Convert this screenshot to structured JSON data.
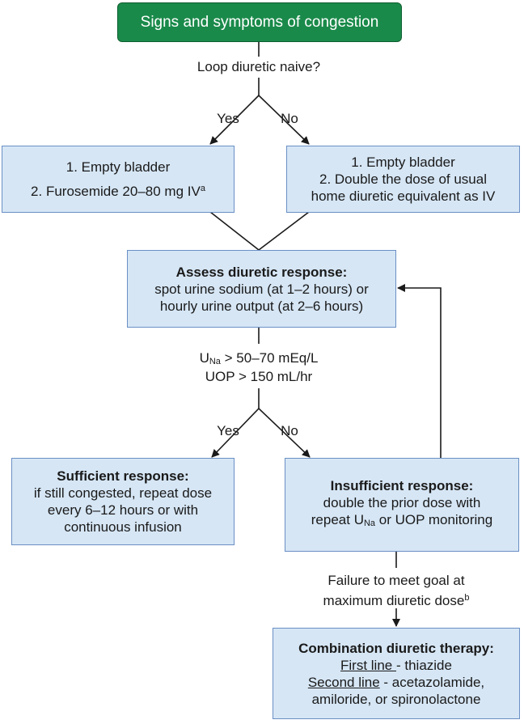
{
  "start": {
    "text": "Signs and symptoms of congestion"
  },
  "q1": {
    "text": "Loop diuretic naive?",
    "yes": "Yes",
    "no": "No"
  },
  "naive_box": {
    "line1": "1. Empty bladder",
    "line2": "2. Furosemide 20–80 mg IV",
    "footnote": "a"
  },
  "nonnaive_box": {
    "line1": "1. Empty bladder",
    "line2": "2. Double the dose of usual",
    "line3": "home diuretic equivalent as IV"
  },
  "assess_box": {
    "title": "Assess diuretic response:",
    "line1": "spot urine sodium (at 1–2 hours) or",
    "line2": "hourly urine output (at 2–6 hours)"
  },
  "criteria": {
    "una_prefix": "U",
    "una_sub": "Na",
    "una_rest": " > 50–70 mEq/L",
    "uop": "UOP > 150 mL/hr",
    "yes": "Yes",
    "no": "No"
  },
  "sufficient_box": {
    "title": "Sufficient response:",
    "line1": "if still congested, repeat dose",
    "line2": "every 6–12 hours or with",
    "line3": "continuous infusion"
  },
  "insufficient_box": {
    "title": "Insufficient response:",
    "line1": "double the prior dose with",
    "line2_prefix": "repeat U",
    "line2_sub": "Na",
    "line2_rest": " or UOP monitoring"
  },
  "failure": {
    "line1": "Failure to meet goal at",
    "line2": "maximum diuretic dose",
    "footnote": "b"
  },
  "combo_box": {
    "title": "Combination diuretic therapy:",
    "first_label": "First line ",
    "first_rest": "- thiazide",
    "second_label": "Second line",
    "second_rest": " - acetazolamide,",
    "line3": "amiloride, or spironolactone"
  },
  "colors": {
    "start_fill": "#1a8a4a",
    "box_fill": "#d6e6f5",
    "box_border": "#6a8fc4",
    "line": "#1a1a1a"
  }
}
